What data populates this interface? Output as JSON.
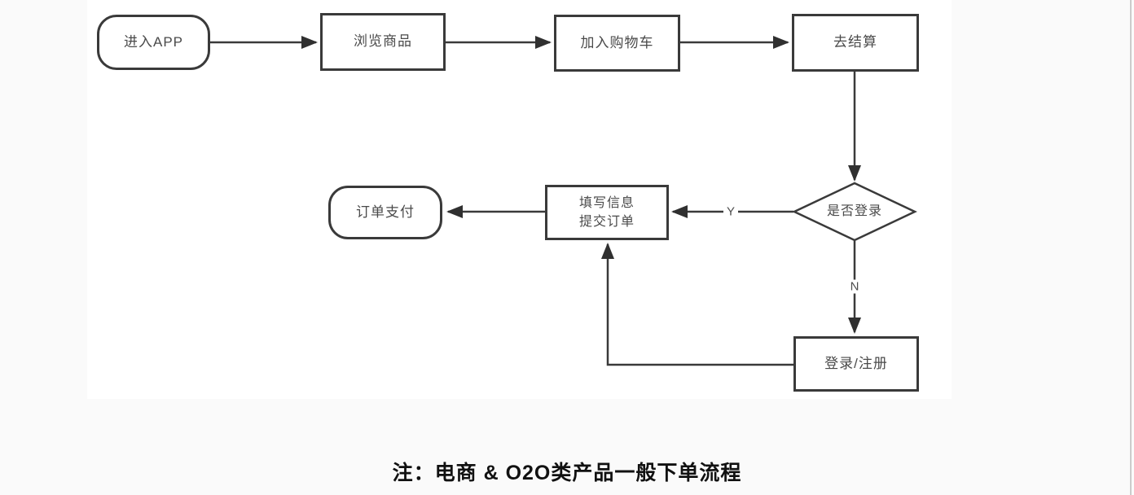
{
  "page": {
    "background": "#fafafa",
    "canvas_background": "#ffffff",
    "stroke_color": "#3a3a3a",
    "node_text_color": "#4a4a4a",
    "caption_color": "#111111"
  },
  "caption": "注：电商 & O2O类产品一般下单流程",
  "flowchart": {
    "nodes": [
      {
        "id": "enter-app",
        "type": "terminator",
        "label": "进入APP"
      },
      {
        "id": "browse-products",
        "type": "process",
        "label": "浏览商品"
      },
      {
        "id": "add-to-cart",
        "type": "process",
        "label": "加入购物车"
      },
      {
        "id": "go-checkout",
        "type": "process",
        "label": "去结算"
      },
      {
        "id": "login-check",
        "type": "decision",
        "label": "是否登录"
      },
      {
        "id": "fill-info-submit-order",
        "type": "process",
        "label_line1": "填写信息",
        "label_line2": "提交订单"
      },
      {
        "id": "order-payment",
        "type": "terminator",
        "label": "订单支付"
      },
      {
        "id": "login-register",
        "type": "process",
        "label": "登录/注册"
      }
    ],
    "edges": [
      {
        "from": "进入APP",
        "to": "浏览商品",
        "label": ""
      },
      {
        "from": "浏览商品",
        "to": "加入购物车",
        "label": ""
      },
      {
        "from": "加入购物车",
        "to": "去结算",
        "label": ""
      },
      {
        "from": "去结算",
        "to": "是否登录",
        "label": ""
      },
      {
        "from": "是否登录",
        "to": "填写信息提交订单",
        "label": "Y"
      },
      {
        "from": "填写信息提交订单",
        "to": "订单支付",
        "label": ""
      },
      {
        "from": "是否登录",
        "to": "登录/注册",
        "label": "N"
      },
      {
        "from": "登录/注册",
        "to": "填写信息提交订单",
        "label": ""
      }
    ]
  }
}
